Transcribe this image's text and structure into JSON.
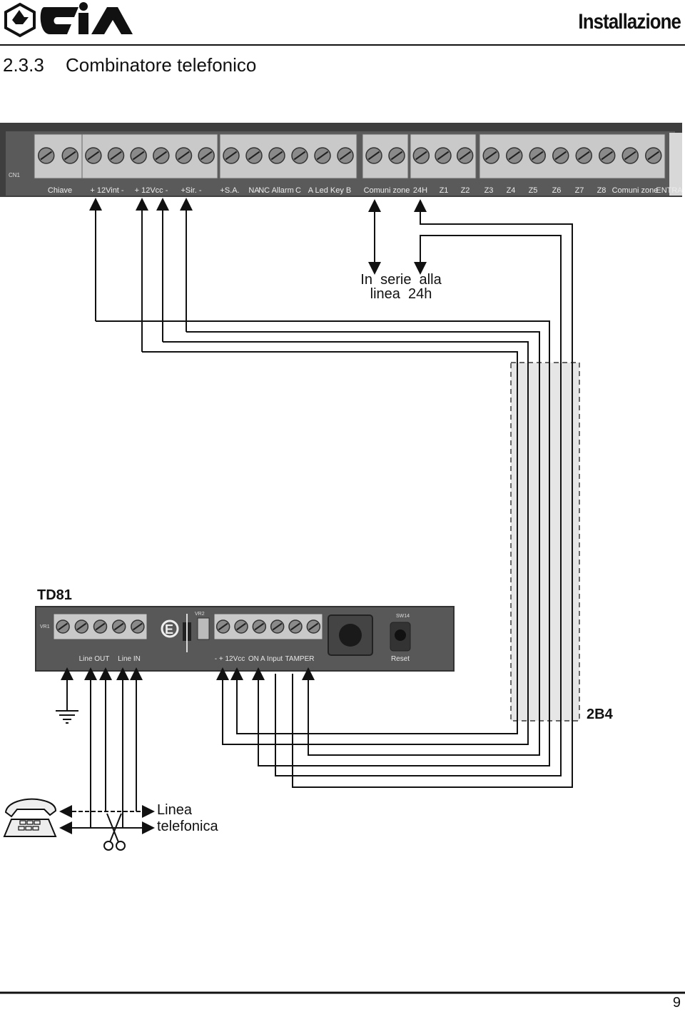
{
  "header": {
    "brand_name": "CiA",
    "section_title": "Installazione"
  },
  "section": {
    "number": "2.3.3",
    "title": "Combinatore telefonico"
  },
  "main_board": {
    "left_tags": [
      "CN1"
    ],
    "terminal_labels": [
      "Chiave",
      "+ 12Vint -",
      "+ 12Vcc -",
      "+Sir. -",
      "+S.A.",
      "NA",
      "NC Allarm",
      "C",
      "A Led Key B",
      "Comuni zone",
      "24H",
      "Z1",
      "Z2",
      "Z3",
      "Z4",
      "Z5",
      "Z6",
      "Z7",
      "Z8",
      "Comuni zone",
      "ENTRA"
    ]
  },
  "annotation_24h": {
    "line1": "In  serie  alla",
    "line2": "linea  24h"
  },
  "td81": {
    "label": "TD81",
    "small_tags": [
      "VR1",
      "VR2",
      "SW14"
    ],
    "terminal_labels": [
      "Line OUT",
      "Line IN",
      "- + 12Vcc",
      "ON A Input",
      "TAMPER",
      "Reset"
    ]
  },
  "cable_label": "2B4",
  "phone_line": {
    "line1": "Linea",
    "line2": "telefonica"
  },
  "page_number": "9",
  "colors": {
    "ink": "#111111",
    "board": "#4a4a4a",
    "terminal": "#c9c9c9",
    "cable_shade": "#e6e6e6"
  }
}
